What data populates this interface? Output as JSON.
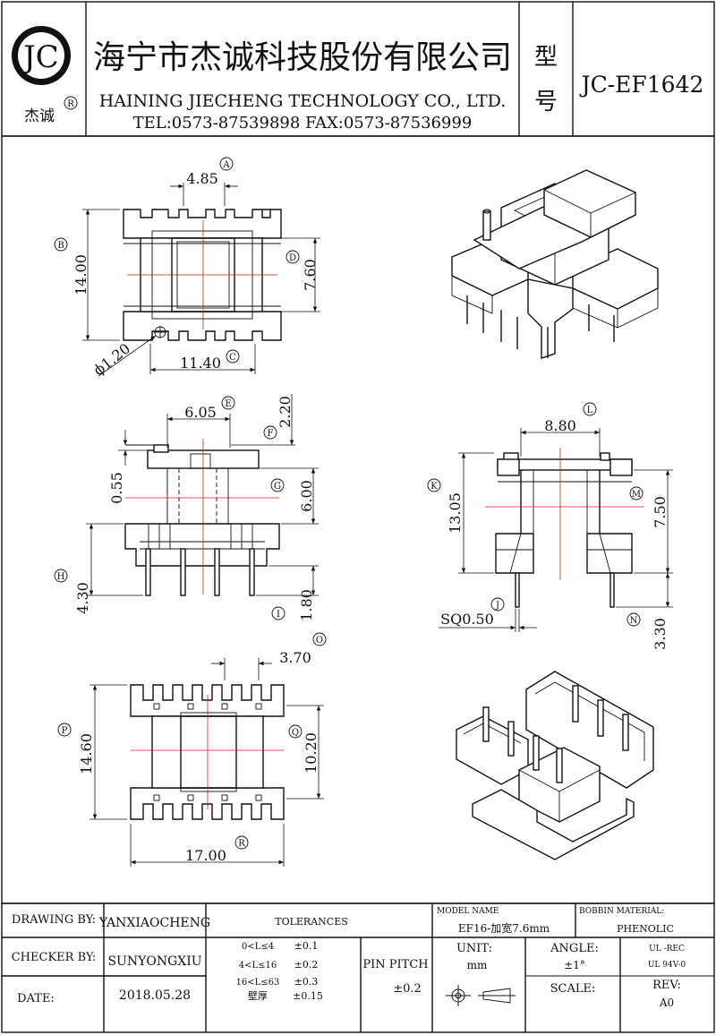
{
  "header": {
    "logo_text": "JC",
    "logo_sub": "杰诚",
    "registered": "R",
    "company_cn": "海宁市杰诚科技股份有限公司",
    "company_en": "HAINING JIECHENG TECHNOLOGY CO., LTD.",
    "contact": "TEL:0573-87539898   FAX:0573-87536999",
    "type_label_1": "型",
    "type_label_2": "号",
    "model": "JC-EF1642"
  },
  "view_top": {
    "dims": {
      "a": "4.85",
      "b": "14.00",
      "c": "11.40",
      "d": "7.60",
      "pin": "ϕ1.20"
    },
    "markers": {
      "a": "A",
      "b": "B",
      "c": "C",
      "d": "D"
    }
  },
  "view_front": {
    "dims": {
      "e": "6.05",
      "f": "2.20",
      "g": "6.00",
      "gap": "0.55",
      "h": "4.30",
      "i": "1.80"
    },
    "markers": {
      "e": "E",
      "f": "F",
      "g": "G",
      "h": "H",
      "i": "I"
    }
  },
  "view_side": {
    "dims": {
      "l": "8.80",
      "k": "13.05",
      "m": "7.50",
      "j": "SQ0.50",
      "n": "3.30"
    },
    "markers": {
      "l": "L",
      "k": "K",
      "m": "M",
      "j": "J",
      "n": "N"
    }
  },
  "view_bottom": {
    "dims": {
      "o": "3.70",
      "p": "14.60",
      "q": "10.20",
      "r": "17.00"
    },
    "markers": {
      "o": "O",
      "p": "P",
      "q": "Q",
      "r": "R"
    }
  },
  "title_block": {
    "drawing_label": "DRAWING  BY:",
    "drawing_value": "YANXIAOCHENG",
    "checker_label": "CHECKER  BY:",
    "checker_value": "SUNYONGXIU",
    "date_label": "DATE:",
    "date_value": "2018.05.28",
    "tolerances_label": "TOLERANCES",
    "tol_rows": [
      {
        "range": "0<L≤4",
        "value": "±0.1"
      },
      {
        "range": "4<L≤16",
        "value": "±0.2"
      },
      {
        "range": "16<L≤63",
        "value": "±0.3"
      },
      {
        "range": "壁厚",
        "value": "±0.15"
      }
    ],
    "pin_pitch_label": "PIN PITCH",
    "pin_pitch_value": "±0.2",
    "model_name_label": "MODEL NAME",
    "model_name_value": "EF16-加宽7.6mm",
    "bobbin_material_label": "BOBBIN MATERIAL:",
    "bobbin_material_value": "PHENOLIC",
    "unit_label": "UNIT:",
    "unit_value": "mm",
    "angle_label": "ANGLE:",
    "angle_value": "±1°",
    "ul_1": "UL -REC",
    "ul_2": "UL  94V-0",
    "scale_label": "SCALE:",
    "rev_label": "REV:",
    "rev_value": "A0"
  }
}
